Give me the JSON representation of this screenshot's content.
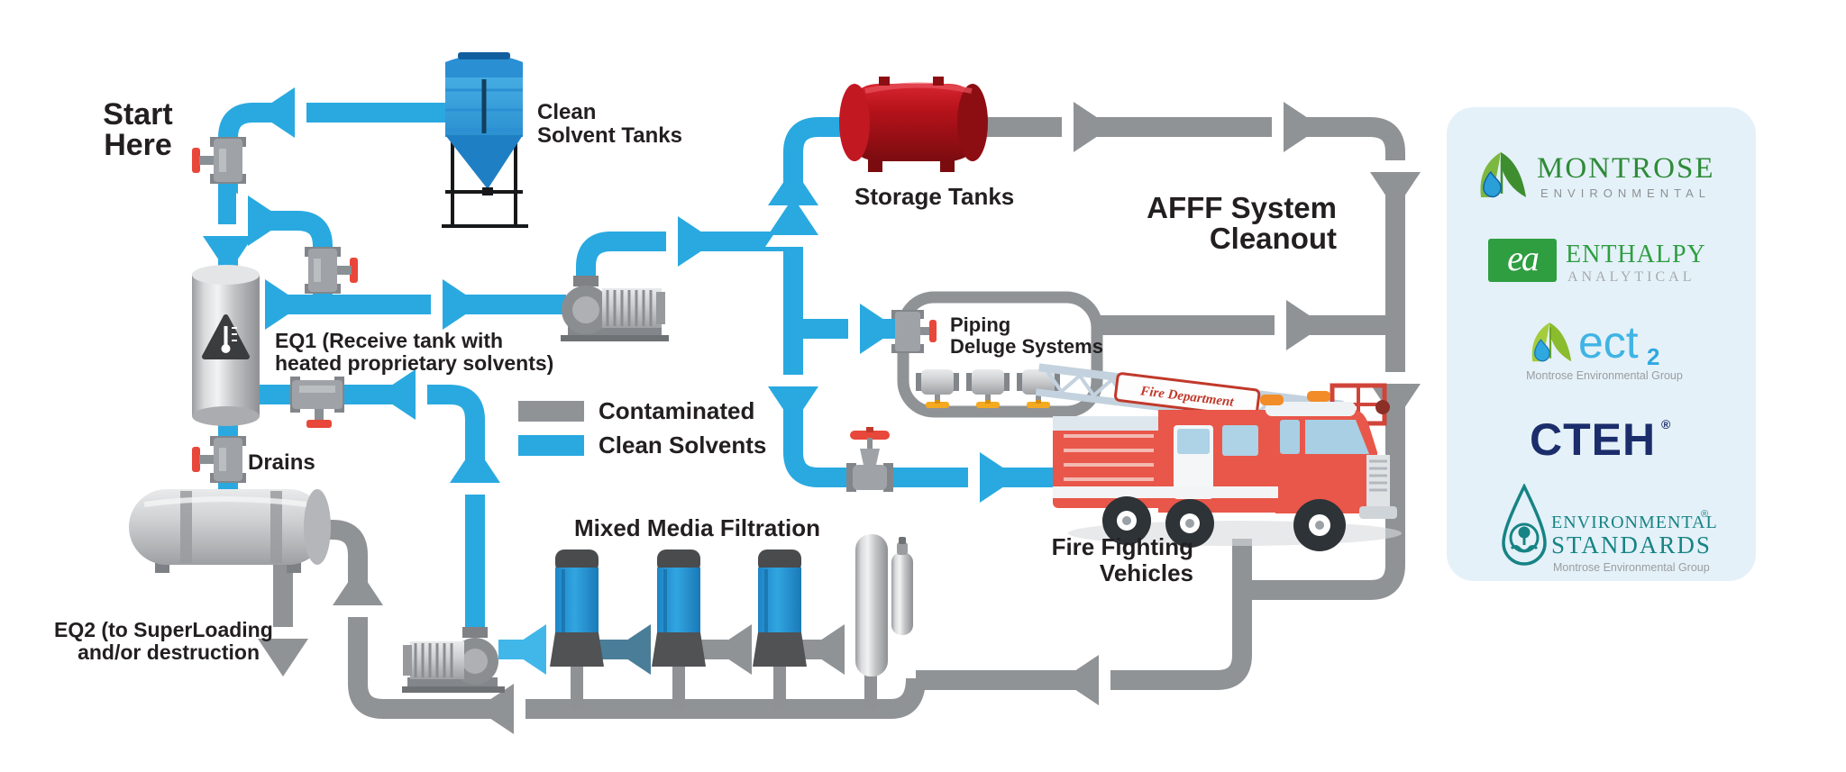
{
  "title": "AFFF System Cleanout",
  "labels": {
    "start": [
      "Start",
      "Here"
    ],
    "clean_solvent_tanks": [
      "Clean",
      "Solvent Tanks"
    ],
    "storage_tanks": "Storage Tanks",
    "afff_title": [
      "AFFF System",
      "Cleanout"
    ],
    "eq1": [
      "EQ1 (Receive tank with",
      "heated proprietary solvents)"
    ],
    "drains": "Drains",
    "eq2": [
      "EQ2 (to SuperLoading",
      "and/or destruction"
    ],
    "mixed_media": "Mixed Media Filtration",
    "deluge": [
      "Piping",
      "Deluge Systems"
    ],
    "fire_vehicles": [
      "Fire Fighting",
      "Vehicles"
    ],
    "truck_banner": "Fire Department"
  },
  "legend": {
    "items": [
      {
        "label": "Contaminated",
        "color": "#909396"
      },
      {
        "label": "Clean Solvents",
        "color": "#29a9e0"
      }
    ]
  },
  "colors": {
    "pipe_contaminated": "#909396",
    "pipe_clean": "#29a9e0",
    "pipe_clean_light": "#41b7e9",
    "pipe_transition": "#4a7e98",
    "storage_tank_red": "#b5121a",
    "valve_handle_red": "#e8473b",
    "sprinkler_handle_yellow": "#f5a91f",
    "panel_background": "#e4f1f9",
    "cteh_navy": "#1b2d6b",
    "montrose_green": "#2e8b37",
    "env_standards_teal": "#178384"
  },
  "logos": {
    "montrose": {
      "name": "MONTROSE",
      "sub": "ENVIRONMENTAL"
    },
    "enthalpy": {
      "mark": "ea",
      "name": "ENTHALPY",
      "sub": "ANALYTICAL"
    },
    "ect2": {
      "name": "ect",
      "sub2": "2",
      "tagline": "Montrose Environmental Group"
    },
    "cteh": {
      "name": "CTEH",
      "reg": "®"
    },
    "env_standards": {
      "line1": "ENVIRONMENTAL",
      "reg": "®",
      "line2": "STANDARDS",
      "tagline": "Montrose Environmental Group"
    }
  }
}
